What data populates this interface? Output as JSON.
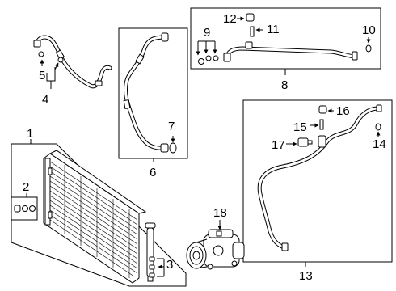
{
  "callouts": {
    "c1": "1",
    "c2": "2",
    "c3": "3",
    "c4": "4",
    "c5": "5",
    "c6": "6",
    "c7": "7",
    "c8": "8",
    "c9": "9",
    "c10": "10",
    "c11": "11",
    "c12": "12",
    "c13": "13",
    "c14": "14",
    "c15": "15",
    "c16": "16",
    "c17": "17",
    "c18": "18"
  }
}
